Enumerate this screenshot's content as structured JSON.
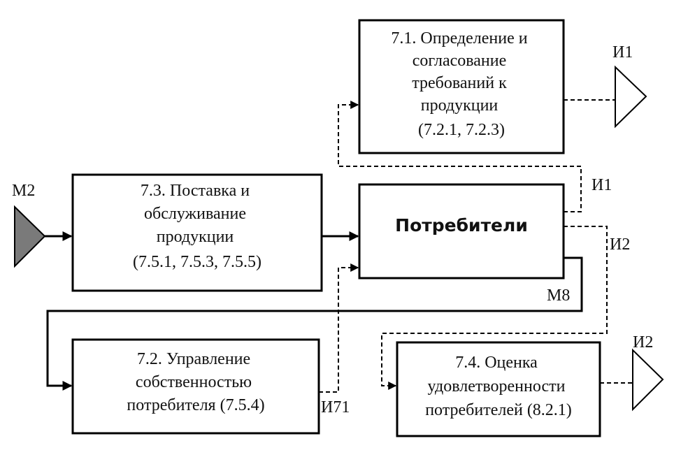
{
  "boxes": {
    "requirements": {
      "lines": [
        "7.1. Определение и",
        "согласование",
        "требований  к",
        "продукции",
        "(7.2.1, 7.2.3)"
      ]
    },
    "supply": {
      "lines": [
        "7.3. Поставка  и",
        "обслуживание",
        "продукции",
        "(7.5.1, 7.5.3, 7.5.5)"
      ]
    },
    "consumers": {
      "lines": [
        "Потребители"
      ]
    },
    "property": {
      "lines": [
        "7.2. Управление",
        "собственностью",
        "потребителя (7.5.4)"
      ]
    },
    "satisfaction": {
      "lines": [
        "7.4. Оценка",
        "удовлетворенности",
        "потребителей (8.2.1)"
      ]
    }
  },
  "labels": {
    "m2": "М2",
    "i1_top": "И1",
    "i1_mid": "И1",
    "i2_mid": "И2",
    "i2_bottom": "И2",
    "m8": "М8",
    "i71": "И71"
  },
  "colors": {
    "input_triangle": "#7a7a7a",
    "line": "#000000",
    "background": "#ffffff"
  }
}
